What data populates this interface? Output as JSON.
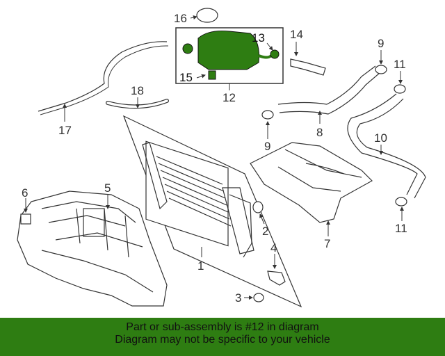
{
  "diagram": {
    "callouts": [
      "1",
      "2",
      "3",
      "4",
      "5",
      "6",
      "7",
      "8",
      "9",
      "9",
      "10",
      "11",
      "11",
      "12",
      "13",
      "14",
      "15",
      "16",
      "17",
      "18"
    ],
    "highlight_part": "12",
    "highlight_color": "#2e7d12",
    "line_color": "#333333"
  },
  "banner": {
    "line1": "Part or sub-assembly is #12 in diagram",
    "line2": "Diagram may not be specific to your vehicle",
    "background": "#2e7d12"
  }
}
